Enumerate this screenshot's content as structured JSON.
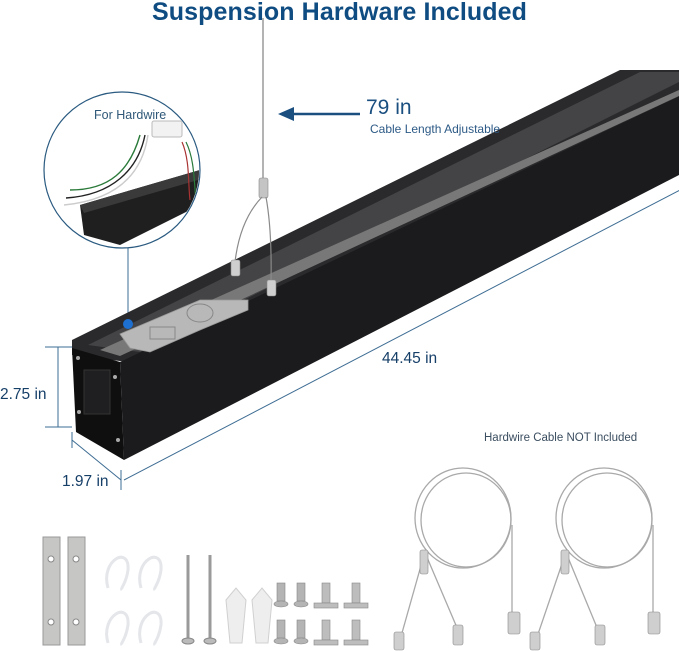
{
  "title": "Suspension Hardware Included",
  "callouts": {
    "cable_length": "79 in",
    "cable_note": "Cable Length Adjustable",
    "hardwire_label": "For Hardwire",
    "hardwire_cable_note": "Hardwire Cable NOT Included"
  },
  "dimensions": {
    "length": "44.45 in",
    "height": "2.75 in",
    "width": "1.97 in"
  },
  "accessories": {
    "mounting_plates": 2,
    "cable_clips": 4,
    "wood_screws": 2,
    "wall_anchors": 2,
    "machine_screws": 4,
    "t_bolts": 4,
    "suspension_cable_sets": 2
  },
  "colors": {
    "title": "#0f4c81",
    "accent_blue": "#1a4f80",
    "fixture_black": "#1b1b1d",
    "hardware_silver": "#b9b9b9"
  }
}
